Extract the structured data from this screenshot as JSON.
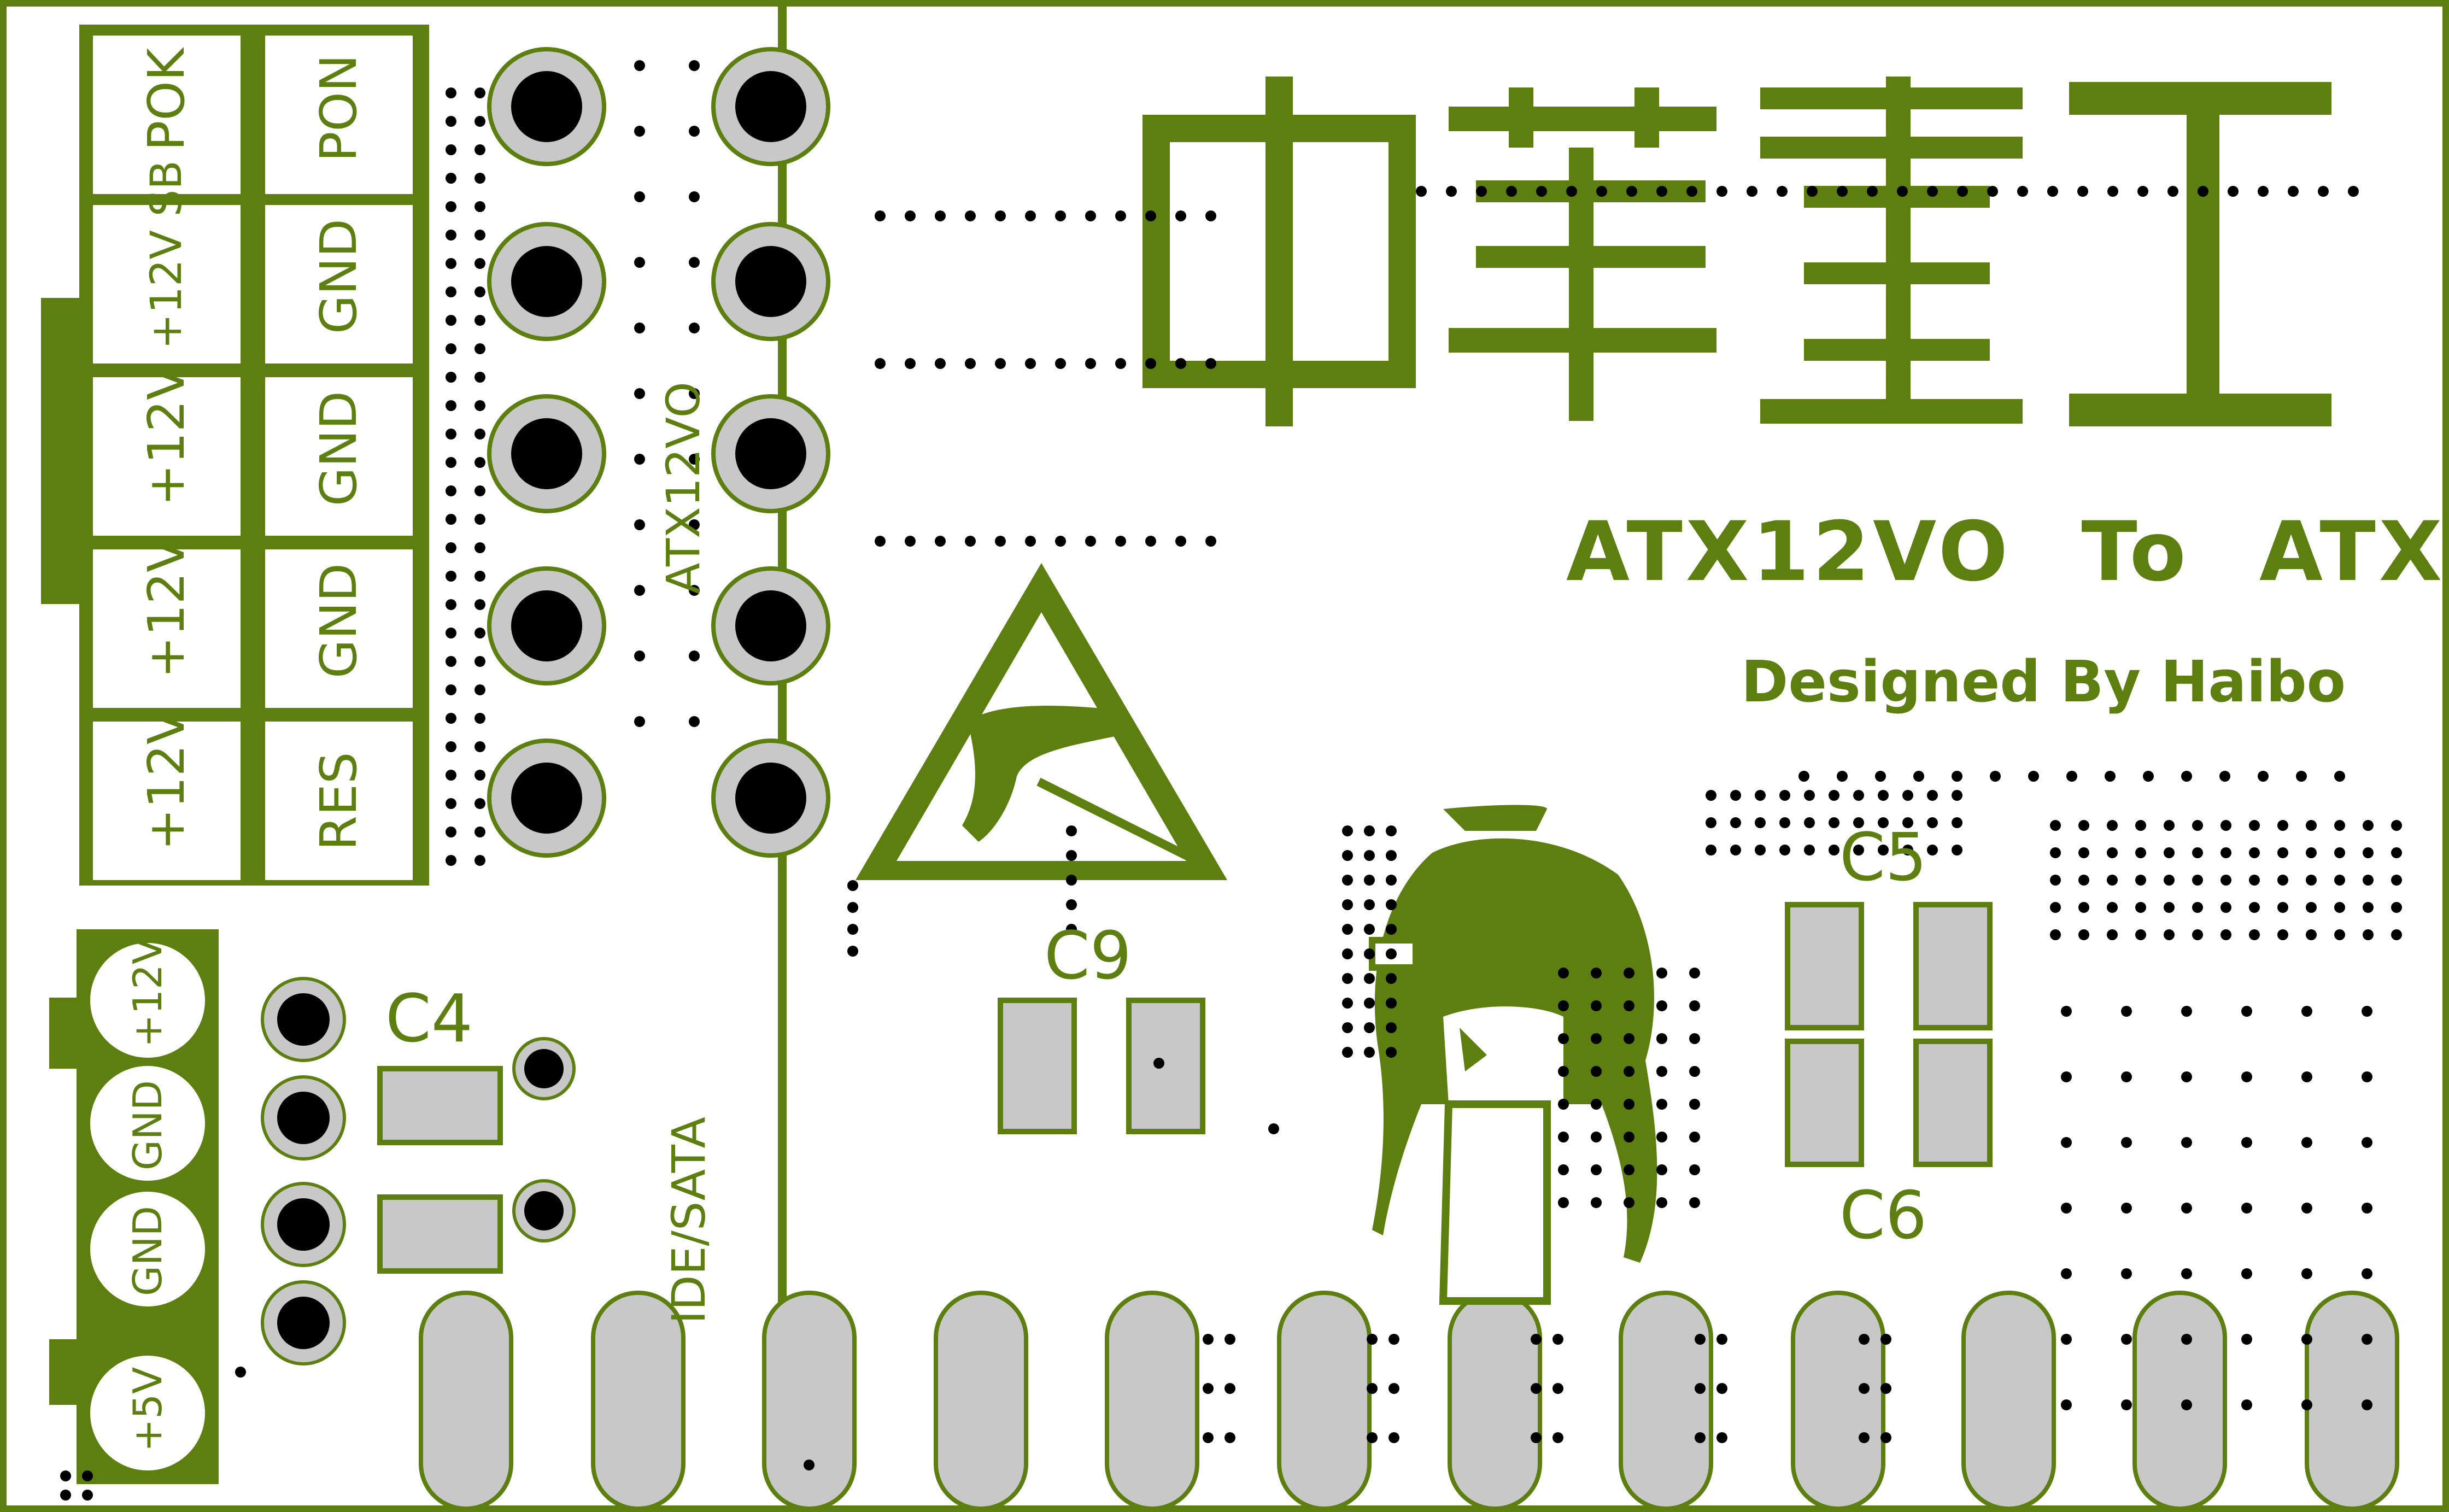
{
  "colors": {
    "board": "#ffffff",
    "silk": "#5d7f0f",
    "pad": "#c8c8c8",
    "hole": "#000000",
    "outline": "#4a7f0a"
  },
  "logo": {
    "text": "中華重工"
  },
  "titles": {
    "main": "ATX12VO To ATX",
    "credit": "Designed By Haibo"
  },
  "connectors": {
    "atx_pins_left": [
      "POK",
      "+12V SB",
      "+12V",
      "+12V",
      "+12V"
    ],
    "atx_pins_right": [
      "PON",
      "GND",
      "GND",
      "GND",
      "RES"
    ],
    "atx12vo_label": "ATX12VO",
    "ide_pins": [
      "+12V",
      "GND",
      "GND",
      "+5V"
    ],
    "ide_label": "IDE/SATA"
  },
  "components": {
    "c4": "C4",
    "c5": "C5",
    "c6": "C6",
    "c9": "C9"
  },
  "icons": [
    "esd-warning-icon",
    "mascot-illustration"
  ]
}
